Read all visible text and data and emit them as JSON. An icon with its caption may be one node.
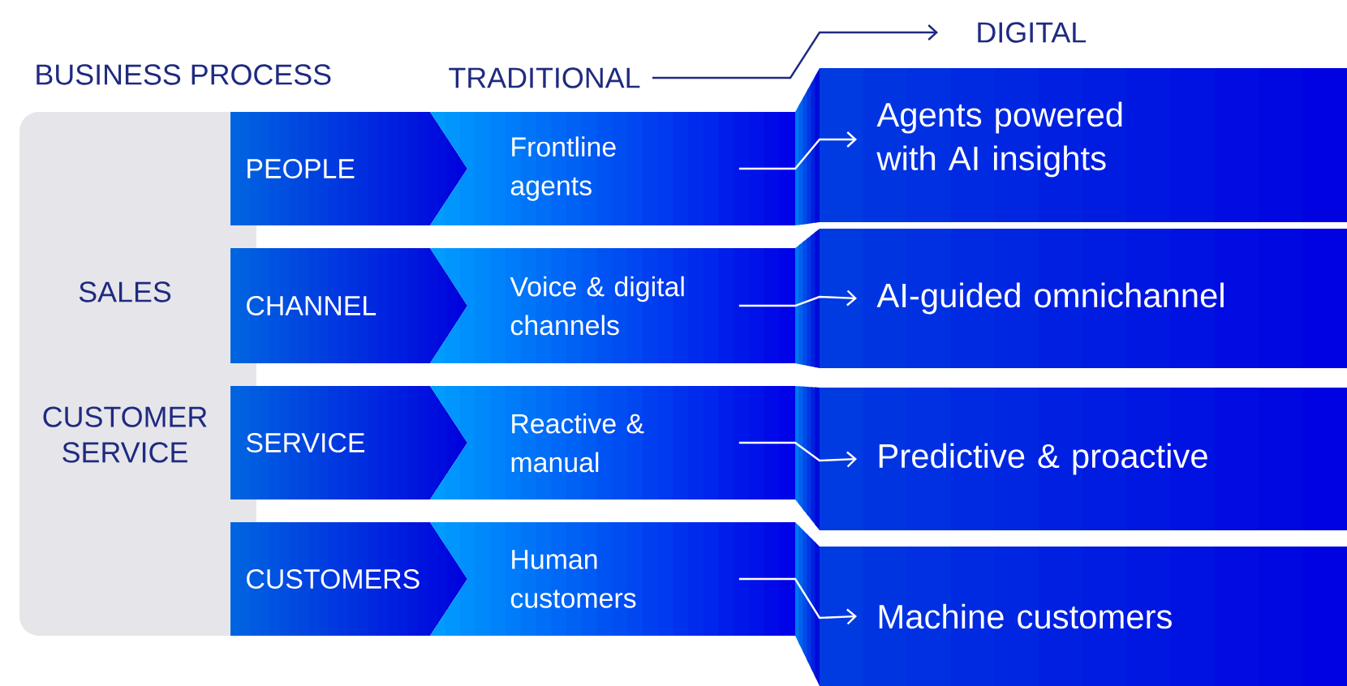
{
  "diagram": {
    "nodes": [
      {
        "text": [
          "TRADITIONAL"
        ]
      },
      {
        "text": [
          "DIGITAL"
        ]
      },
      {
        "text": [
          "SALES",
          "CUSTOMER SERVICE"
        ]
      },
      {
        "text": [
          "PEOPLE"
        ]
      },
      {
        "text": [
          "Frontline agents"
        ]
      },
      {
        "text": [
          "Agents powered with AI insights"
        ]
      },
      {
        "text": [
          "CHANNEL"
        ]
      },
      {
        "text": [
          "Voice & digital channels"
        ]
      },
      {
        "text": [
          "AI-guided omnichannel"
        ]
      },
      {
        "text": [
          "SERVICE"
        ]
      },
      {
        "text": [
          "Reactive & manual"
        ]
      },
      {
        "text": [
          "Predictive & proactive"
        ]
      },
      {
        "text": [
          "CUSTOMERS"
        ]
      },
      {
        "text": [
          "Human customers"
        ]
      },
      {
        "text": [
          "Machine customers"
        ]
      }
    ],
    "edges": [
      {
        "from": 0,
        "to": 1,
        "arrow": "to",
        "color": "#1f2a80"
      },
      {
        "from": 4,
        "to": 5,
        "arrow": "to"
      },
      {
        "from": 7,
        "to": 8,
        "arrow": "to"
      },
      {
        "from": 10,
        "to": 11,
        "arrow": "to"
      },
      {
        "from": 13,
        "to": 14,
        "arrow": "to"
      }
    ],
    "labels": [
      "BUSINESS PROCESS"
    ]
  }
}
